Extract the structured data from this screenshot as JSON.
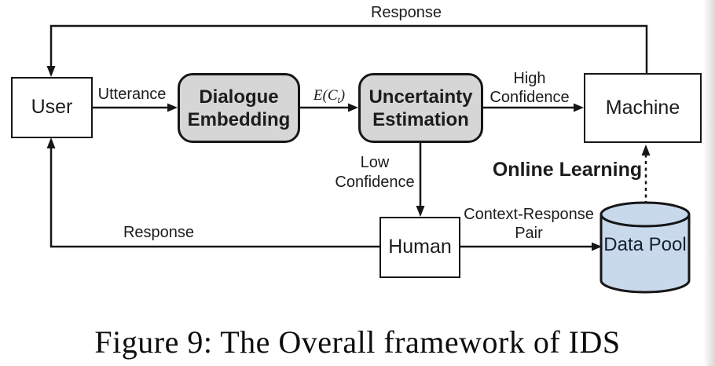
{
  "figure": {
    "type": "flow-diagram",
    "caption": "Figure 9: The Overall framework of IDS",
    "nodes": {
      "user": {
        "label": "User",
        "shape": "rect",
        "fill": "#ffffff"
      },
      "dialogue_embedding": {
        "line1": "Dialogue",
        "line2": "Embedding",
        "shape": "rounded-rect",
        "fill": "#d6d6d6"
      },
      "uncertainty_estimation": {
        "line1": "Uncertainty",
        "line2": "Estimation",
        "shape": "rounded-rect",
        "fill": "#d6d6d6"
      },
      "machine": {
        "label": "Machine",
        "shape": "rect",
        "fill": "#ffffff"
      },
      "human": {
        "label": "Human",
        "shape": "rect",
        "fill": "#ffffff"
      },
      "data_pool": {
        "label": "Data Pool",
        "shape": "cylinder",
        "fill": "#c8d9ec"
      }
    },
    "edges": {
      "response_top": {
        "label": "Response",
        "from": "machine",
        "to": "user",
        "style": "solid"
      },
      "utterance": {
        "label": "Utterance",
        "from": "user",
        "to": "dialogue_embedding",
        "style": "solid"
      },
      "embedding_out": {
        "label_prefix": "E(C",
        "label_sub": "t",
        "label_suffix": ")",
        "from": "dialogue_embedding",
        "to": "uncertainty_estimation",
        "style": "solid"
      },
      "high_confidence": {
        "line1": "High",
        "line2": "Confidence",
        "from": "uncertainty_estimation",
        "to": "machine",
        "style": "solid"
      },
      "low_confidence": {
        "line1": "Low",
        "line2": "Confidence",
        "from": "uncertainty_estimation",
        "to": "human",
        "style": "solid"
      },
      "response_bottom": {
        "label": "Response",
        "from": "human",
        "to": "user",
        "style": "solid"
      },
      "context_response": {
        "line1": "Context-Response",
        "line2": "Pair",
        "from": "human",
        "to": "data_pool",
        "style": "solid"
      },
      "online_learning": {
        "label": "Online Learning",
        "from": "data_pool",
        "to": "machine",
        "style": "dashed"
      }
    },
    "colors": {
      "line": "#161616",
      "box_border": "#161616",
      "box_gray_fill": "#d6d6d6",
      "cylinder_fill": "#c8d9ec",
      "background": "#ffffff",
      "text": "#1c1c1c"
    }
  }
}
